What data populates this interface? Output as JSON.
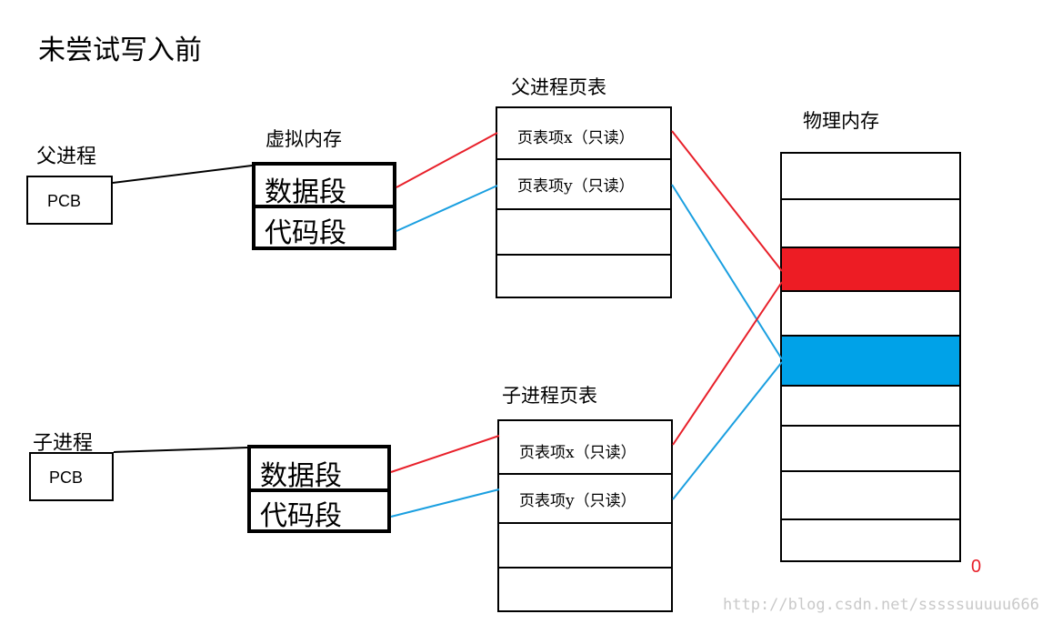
{
  "title": "未尝试写入前",
  "parent": {
    "process_label": "父进程",
    "pcb_label": "PCB",
    "virtual_memory_label": "虚拟内存",
    "segments": [
      "数据段",
      "代码段"
    ],
    "page_table_title": "父进程页表",
    "page_table_entries": [
      "页表项x（只读）",
      "页表项y（只读）",
      "",
      ""
    ]
  },
  "child": {
    "process_label": "子进程",
    "pcb_label": "PCB",
    "segments": [
      "数据段",
      "代码段"
    ],
    "page_table_title": "子进程页表",
    "page_table_entries": [
      "页表项x（只读）",
      "页表项y（只读）",
      "",
      ""
    ]
  },
  "physical_memory": {
    "title": "物理内存",
    "frames": 9,
    "red_frame_index": 2,
    "blue_frame_index": 4,
    "bottom_address": "0"
  },
  "colors": {
    "data_link": "#e8202a",
    "code_link": "#1a9fe0",
    "red_frame": "#ed1c24",
    "blue_frame": "#00a2e8"
  },
  "watermark": "http://blog.csdn.net/sssssuuuuu666"
}
